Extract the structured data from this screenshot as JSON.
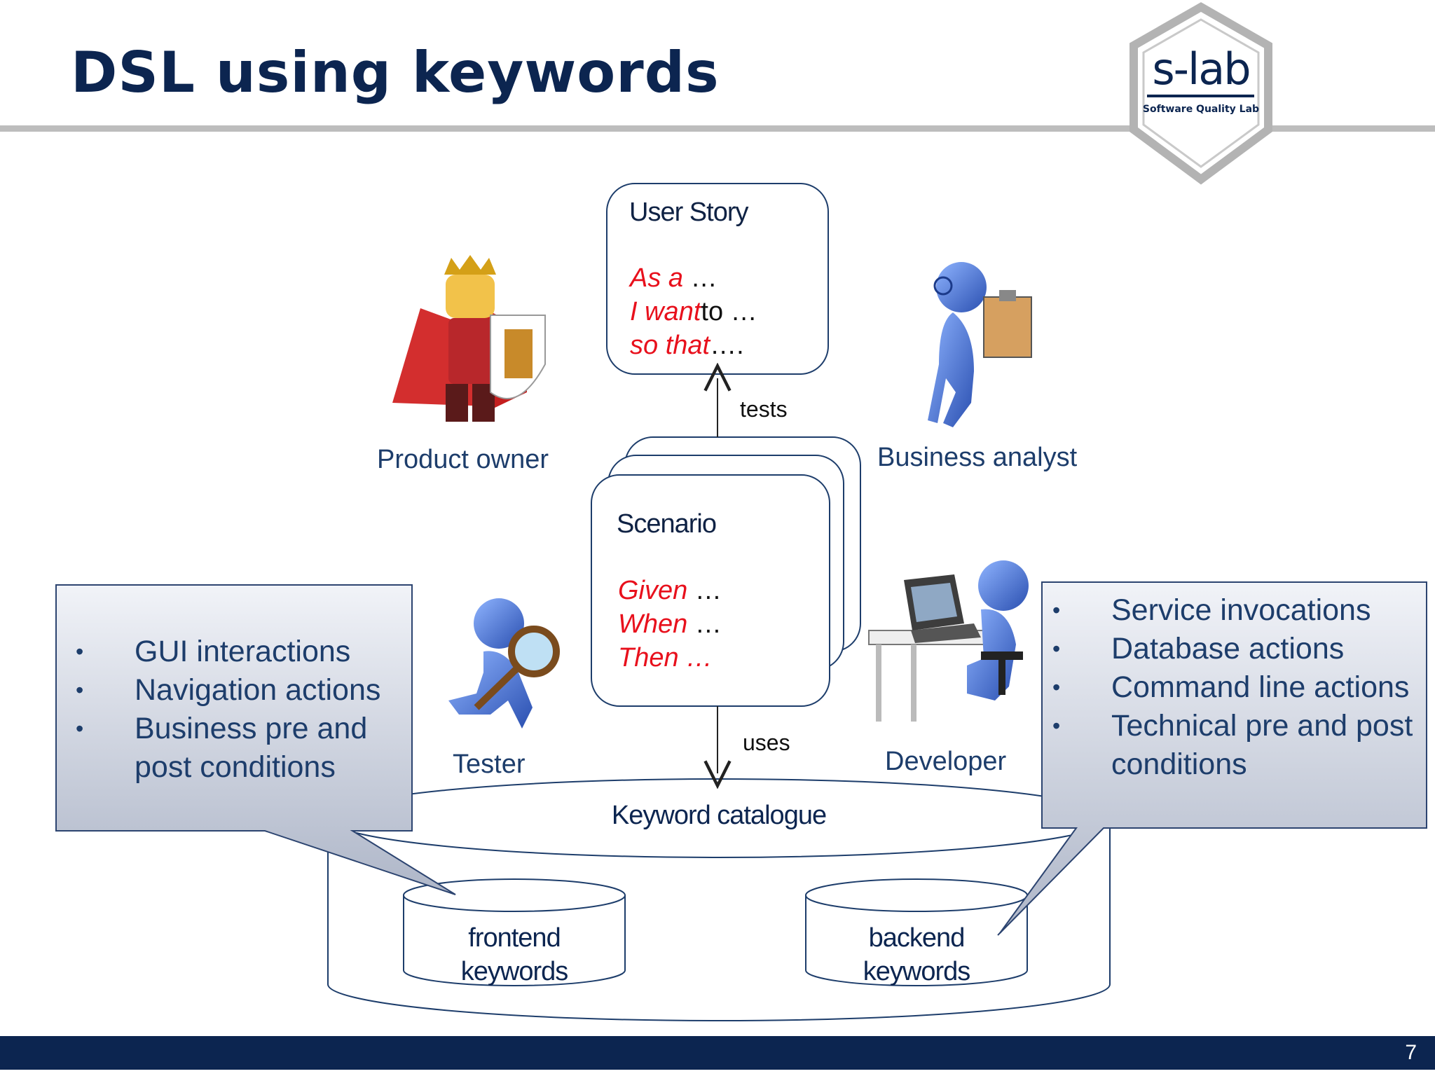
{
  "slide": {
    "title": "DSL using keywords",
    "page_number": "7"
  },
  "logo": {
    "wordmark": "s-lab",
    "tagline": "Software Quality Lab"
  },
  "user_story": {
    "heading": "User Story",
    "lines": [
      {
        "keyword": "As a",
        "rest": " …"
      },
      {
        "keyword": "I want",
        "rest": "to …"
      },
      {
        "keyword": "so that",
        "rest": "…."
      }
    ]
  },
  "scenario": {
    "heading": "Scenario",
    "lines": [
      {
        "keyword": "Given",
        "rest": " …"
      },
      {
        "keyword": "When",
        "rest": " …"
      },
      {
        "keyword": "Then …",
        "rest": ""
      }
    ]
  },
  "arrows": {
    "tests": "tests",
    "uses": "uses"
  },
  "roles": {
    "product_owner": "Product owner",
    "business_analyst": "Business analyst",
    "tester": "Tester",
    "developer": "Developer"
  },
  "catalogue": {
    "label": "Keyword catalogue",
    "frontend_line1": "frontend",
    "frontend_line2": "keywords",
    "backend_line1": "backend",
    "backend_line2": "keywords"
  },
  "left_callout": {
    "items": [
      "GUI interactions",
      "Navigation actions",
      "Business pre and post conditions"
    ]
  },
  "right_callout": {
    "items": [
      "Service invocations",
      "Database actions",
      "Command line actions",
      "Technical pre and post conditions"
    ]
  },
  "colors": {
    "brand_navy": "#0c2550",
    "keyword_red": "#e8101c",
    "callout_fill": "#c4cad8",
    "logo_grey": "#a9a9a9"
  },
  "icons": [
    "king-figure-icon",
    "business-analyst-figure-icon",
    "tester-figure-icon",
    "developer-figure-icon"
  ]
}
